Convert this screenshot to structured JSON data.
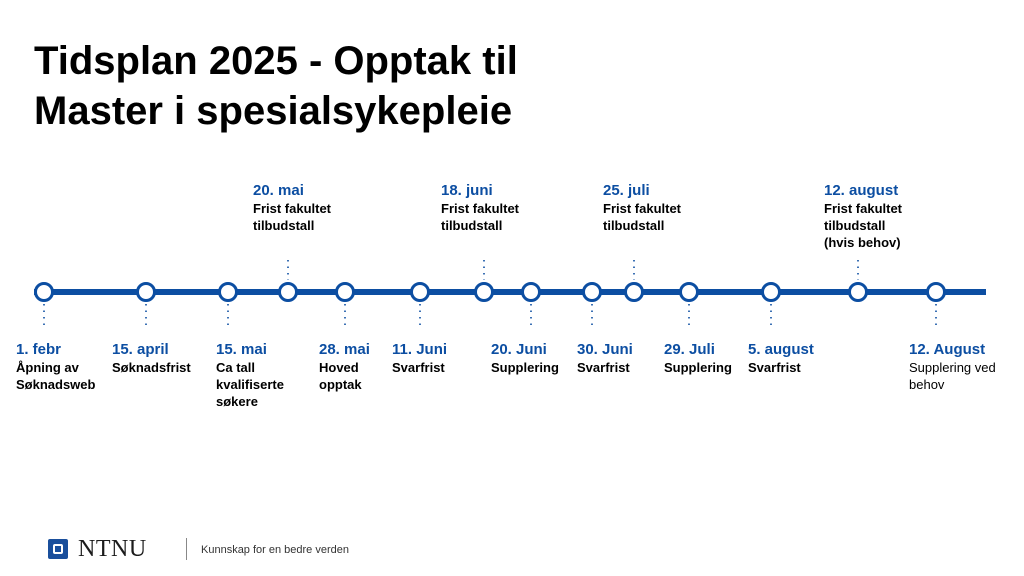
{
  "title": {
    "line1": "Tidsplan 2025 - Opptak til",
    "line2": "Master i spesialsykepleie"
  },
  "colors": {
    "accent": "#0c4ea2",
    "text": "#000000",
    "background": "#ffffff"
  },
  "timeline": {
    "events": [
      {
        "date": "1. febr",
        "text": "Åpning av\nSøknadsweb",
        "position": "below",
        "bold": true
      },
      {
        "date": "15. april",
        "text": "Søknadsfrist",
        "position": "below",
        "bold": true
      },
      {
        "date": "15. mai",
        "text": "Ca tall\nkvalifiserte\nsøkere",
        "position": "below",
        "bold": true
      },
      {
        "date": "20. mai",
        "text": "Frist fakultet\ntilbudstall",
        "position": "above",
        "bold": true
      },
      {
        "date": "28. mai",
        "text": "Hoved\nopptak",
        "position": "below",
        "bold": true
      },
      {
        "date": "11. Juni",
        "text": "Svarfrist",
        "position": "below",
        "bold": true
      },
      {
        "date": "18. juni",
        "text": "Frist fakultet\ntilbudstall",
        "position": "above",
        "bold": true
      },
      {
        "date": "20. Juni",
        "text": "Supplering",
        "position": "below",
        "bold": true
      },
      {
        "date": "30. Juni",
        "text": "Svarfrist",
        "position": "below",
        "bold": true
      },
      {
        "date": "25. juli",
        "text": "Frist fakultet\ntilbudstall",
        "position": "above",
        "bold": true
      },
      {
        "date": "29. Juli",
        "text": "Supplering",
        "position": "below",
        "bold": true
      },
      {
        "date": "5. august",
        "text": "Svarfrist",
        "position": "below",
        "bold": true
      },
      {
        "date": "12. august",
        "text": "Frist fakultet\ntilbudstall\n(hvis behov)",
        "position": "above",
        "bold": true
      },
      {
        "date": "12. August",
        "text": "Supplering ved\nbehov",
        "position": "below",
        "bold": false
      }
    ]
  },
  "footer": {
    "logo_icon": "ntnu-logo-icon",
    "logo_text": "NTNU",
    "tagline": "Kunnskap for en bedre verden"
  }
}
